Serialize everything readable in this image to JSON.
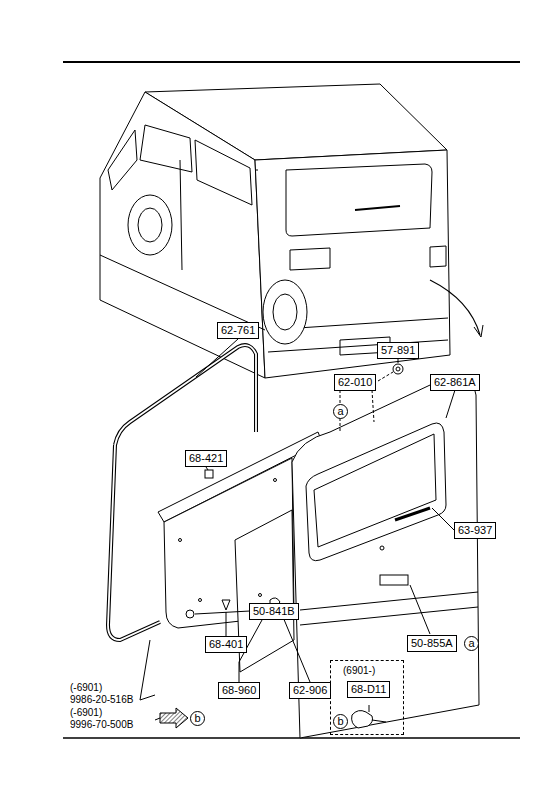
{
  "diagram": {
    "nodes": [
      {
        "text": [
          "62-761"
        ]
      },
      {
        "text": [
          "57-891"
        ]
      },
      {
        "text": [
          "62-010"
        ]
      },
      {
        "text": [
          "62-861A"
        ]
      },
      {
        "text": [
          "a"
        ]
      },
      {
        "text": [
          "68-421"
        ]
      },
      {
        "text": [
          "63-937"
        ]
      },
      {
        "text": [
          "50-841B"
        ]
      },
      {
        "text": [
          "68-401"
        ]
      },
      {
        "text": [
          "50-855A"
        ]
      },
      {
        "text": [
          "a"
        ]
      },
      {
        "text": [
          "68-960"
        ]
      },
      {
        "text": [
          "62-906"
        ]
      },
      {
        "text": [
          "(6901-)"
        ]
      },
      {
        "text": [
          "68-D11"
        ],
        "in": 13
      },
      {
        "text": [
          "b"
        ],
        "in": 13
      },
      {
        "text": [
          "b"
        ]
      }
    ],
    "labels": [
      "(-6901)",
      "9986-20-516B",
      "(-6901)",
      "9996-70-500B"
    ]
  }
}
